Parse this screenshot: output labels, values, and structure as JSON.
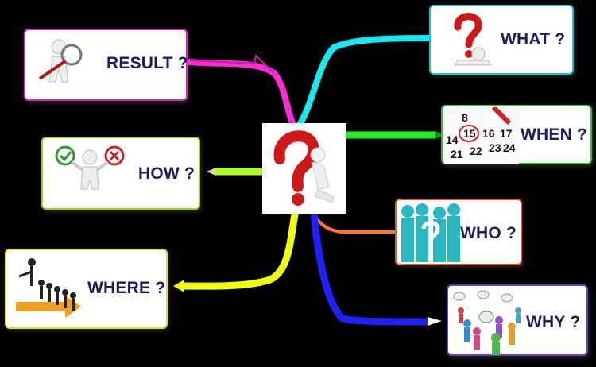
{
  "center": {
    "icon": "question-thinker-icon"
  },
  "nodes": {
    "result": {
      "label": "RESULT ?",
      "icon": "magnifier-person-icon",
      "border": "#e020c0",
      "wire": "#ff2bd6"
    },
    "how": {
      "label": "HOW ?",
      "icon": "check-cross-person-icon",
      "border": "#9cd020",
      "wire": "#aaff22"
    },
    "where": {
      "label": "WHERE ?",
      "icon": "leader-arrow-people-icon",
      "border": "#e0e020",
      "wire": "#f0ff10"
    },
    "what": {
      "label": "WHAT ?",
      "icon": "question-mark-person-icon",
      "border": "#20c0d0",
      "wire": "#18e8f0"
    },
    "when": {
      "label": "WHEN ?",
      "icon": "calendar-icon",
      "border": "#30c030",
      "wire": "#22ee22",
      "calendar": [
        "8",
        "15",
        "16",
        "17",
        "14",
        "21",
        "22",
        "23",
        "24"
      ]
    },
    "who": {
      "label": "WHO ?",
      "icon": "people-silhouette-question-icon",
      "border": "#e06020",
      "wire": "#ff7722"
    },
    "why": {
      "label": "WHY ?",
      "icon": "people-speech-bubbles-icon",
      "border": "#6a3fc8",
      "wire": "#2020ff"
    }
  }
}
